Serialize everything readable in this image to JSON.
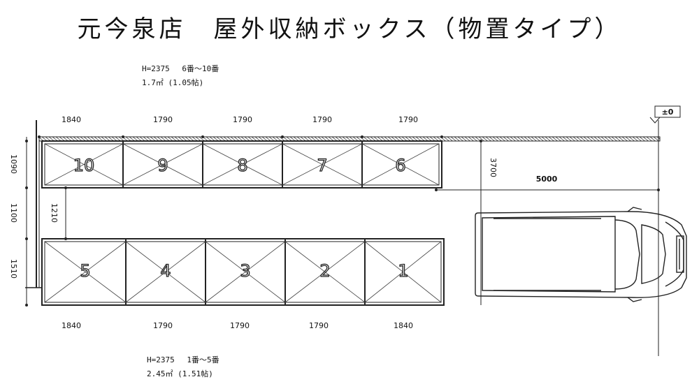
{
  "title": "元今泉店　屋外収納ボックス（物置タイプ）",
  "top_row": {
    "height_line": "H=2375　 6番～10番",
    "area_line": "1.7㎡ (1.05帖)",
    "units": [
      "10",
      "9",
      "8",
      "7",
      "6"
    ],
    "widths": [
      "1840",
      "1790",
      "1790",
      "1790",
      "1790"
    ]
  },
  "bottom_row": {
    "height_line": "H=2375　 1番～5番",
    "area_line": "2.45㎡ (1.51帖)",
    "units": [
      "5",
      "4",
      "3",
      "2",
      "1"
    ],
    "widths": [
      "1840",
      "1790",
      "1790",
      "1790",
      "1840"
    ]
  },
  "vertical_dims": {
    "top_depth": "1090",
    "aisle": "1100",
    "bottom_depth": "1510",
    "inner_gap": "1210"
  },
  "parking": {
    "width_dim": "3700",
    "length_dim": "5000"
  },
  "level_marker": "±0"
}
